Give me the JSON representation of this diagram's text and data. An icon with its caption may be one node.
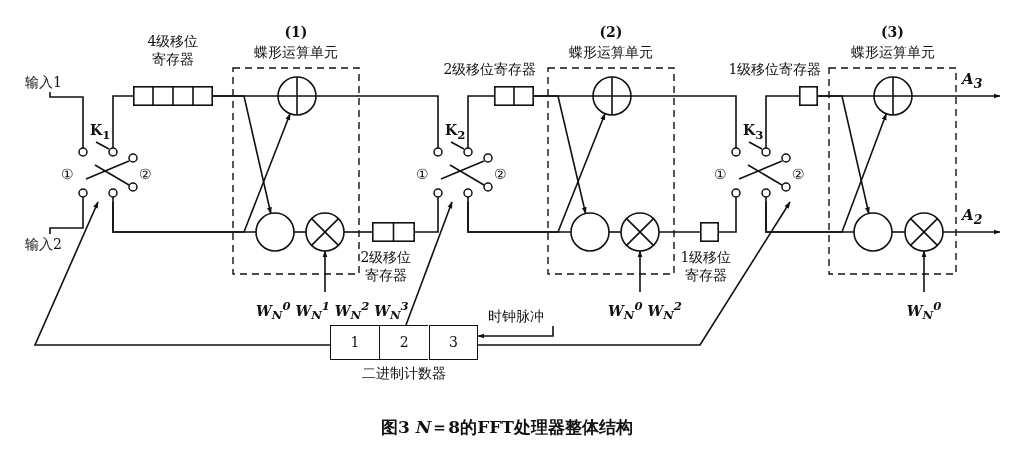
{
  "diagram": {
    "caption": "图3 *N*＝8的FFT处理器整体结构",
    "nodes": [
      {
        "text": [
          "输入1"
        ]
      },
      {
        "text": [
          "输入2"
        ]
      },
      {
        "text": [
          "K$_{1}$",
          "①",
          "②"
        ]
      },
      {
        "text": [],
        "shape": "box",
        "beside": [
          "4级移位寄存器"
        ]
      },
      {
        "text": [
          "(1)",
          "蝶形运算单元"
        ]
      },
      {
        "text": [],
        "shape": "circle",
        "in": 4
      },
      {
        "text": [],
        "shape": "circle",
        "in": 4
      },
      {
        "text": [],
        "shape": "circle",
        "in": 4
      },
      {
        "text": [
          "W$_{N}$$^{0}$ W$_{N}$$^{1}$ W$_{N}$$^{2}$ W$_{N}$$^{3}$"
        ]
      },
      {
        "text": [],
        "shape": "box",
        "beside": [
          "2级移位寄存器"
        ]
      },
      {
        "text": [
          "K$_{2}$",
          "①",
          "②"
        ]
      },
      {
        "text": [],
        "shape": "box",
        "beside": [
          "2级移位寄存器"
        ]
      },
      {
        "text": [
          "(2)",
          "蝶形运算单元"
        ]
      },
      {
        "text": [],
        "shape": "circle",
        "in": 12
      },
      {
        "text": [],
        "shape": "circle",
        "in": 12
      },
      {
        "text": [],
        "shape": "circle",
        "in": 12
      },
      {
        "text": [
          "W$_{N}$$^{0}$ W$_{N}$$^{2}$"
        ]
      },
      {
        "text": [],
        "shape": "box",
        "beside": [
          "1级移位寄存器"
        ]
      },
      {
        "text": [
          "K$_{3}$",
          "①",
          "②"
        ]
      },
      {
        "text": [],
        "shape": "box",
        "beside": [
          "1级移位寄存器"
        ]
      },
      {
        "text": [
          "(3)",
          "蝶形运算单元"
        ]
      },
      {
        "text": [],
        "shape": "circle",
        "in": 20
      },
      {
        "text": [],
        "shape": "circle",
        "in": 20
      },
      {
        "text": [],
        "shape": "circle",
        "in": 20
      },
      {
        "text": [
          "W$_{N}$$^{0}$"
        ]
      },
      {
        "text": [
          "1",
          "2",
          "3"
        ],
        "beside": [
          "二进制计数器"
        ]
      },
      {
        "text": [
          "时钟脉冲"
        ]
      }
    ],
    "edges": [
      {
        "from": 0,
        "to": 2,
        "arrow": "none"
      },
      {
        "from": 1,
        "to": 2,
        "arrow": "none"
      },
      {
        "from": 2,
        "to": 3,
        "arrow": "none"
      },
      {
        "from": 3,
        "to": 5,
        "arrow": "none"
      },
      {
        "from": 3,
        "to": 6,
        "arrow": "to"
      },
      {
        "from": 2,
        "to": 6,
        "arrow": "none"
      },
      {
        "from": 2,
        "to": 5,
        "arrow": "to"
      },
      {
        "from": 6,
        "to": 7,
        "arrow": "none"
      },
      {
        "from": 8,
        "to": 7,
        "arrow": "to"
      },
      {
        "from": 5,
        "to": 10,
        "arrow": "none"
      },
      {
        "from": 7,
        "to": 9,
        "arrow": "none"
      },
      {
        "from": 9,
        "to": 10,
        "arrow": "none"
      },
      {
        "from": 10,
        "to": 11,
        "arrow": "none"
      },
      {
        "from": 11,
        "to": 13,
        "arrow": "none"
      },
      {
        "from": 11,
        "to": 14,
        "arrow": "to"
      },
      {
        "from": 10,
        "to": 14,
        "arrow": "none"
      },
      {
        "from": 10,
        "to": 13,
        "arrow": "to"
      },
      {
        "from": 14,
        "to": 15,
        "arrow": "none"
      },
      {
        "from": 16,
        "to": 15,
        "arrow": "to"
      },
      {
        "from": 13,
        "to": 18,
        "arrow": "none"
      },
      {
        "from": 15,
        "to": 17,
        "arrow": "none"
      },
      {
        "from": 17,
        "to": 18,
        "arrow": "none"
      },
      {
        "from": 18,
        "to": 19,
        "arrow": "none"
      },
      {
        "from": 19,
        "to": 21,
        "arrow": "none"
      },
      {
        "from": 19,
        "to": 22,
        "arrow": "to"
      },
      {
        "from": 18,
        "to": 22,
        "arrow": "none"
      },
      {
        "from": 18,
        "to": 21,
        "arrow": "to"
      },
      {
        "from": 22,
        "to": 23,
        "arrow": "none"
      },
      {
        "from": 24,
        "to": 23,
        "arrow": "to"
      },
      {
        "from": 21,
        "to": null,
        "arrow": "to"
      },
      {
        "from": 23,
        "to": null,
        "arrow": "to"
      },
      {
        "from": 25,
        "to": 2,
        "arrow": "to"
      },
      {
        "from": 25,
        "to": 10,
        "arrow": "to"
      },
      {
        "from": 25,
        "to": 18,
        "arrow": "to"
      },
      {
        "from": 26,
        "to": 25,
        "arrow": "to"
      }
    ],
    "labels": [
      "A$_{3}$",
      "A$_{2}$"
    ]
  }
}
